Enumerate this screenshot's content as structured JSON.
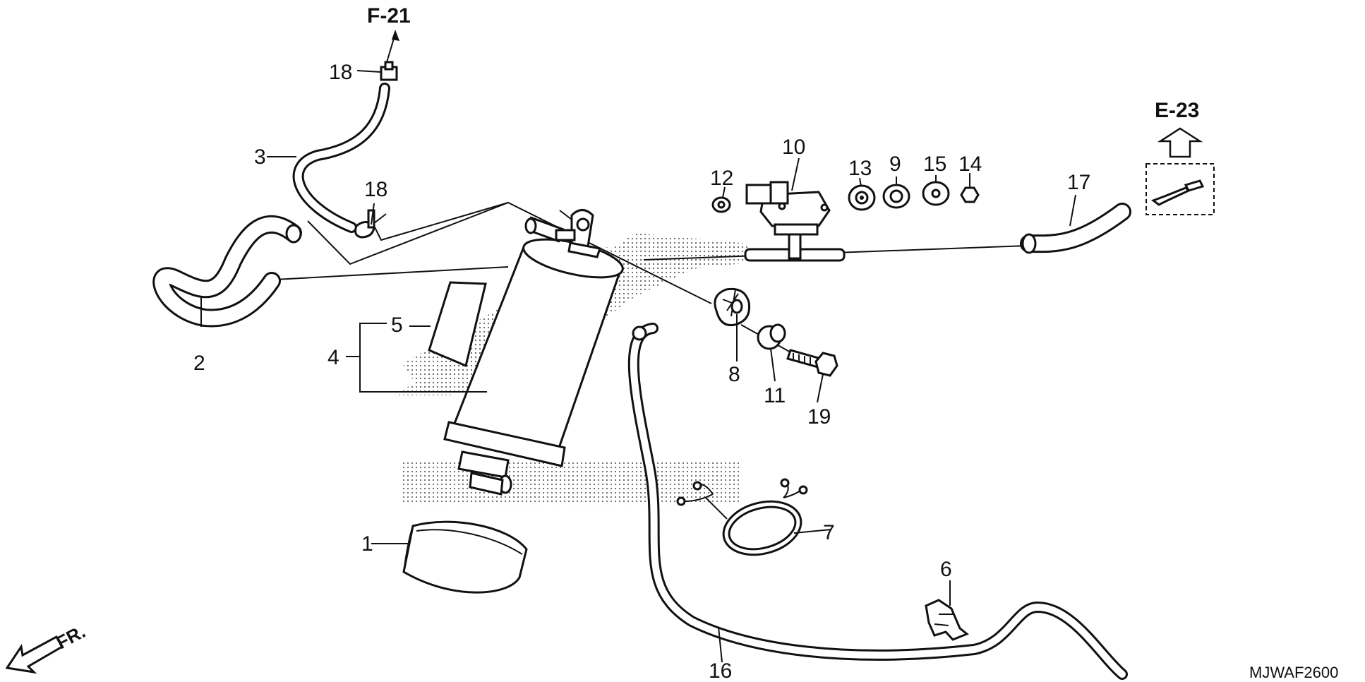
{
  "references": {
    "f21": "F-21",
    "e23": "E-23"
  },
  "part_labels": {
    "p1": "1",
    "p2": "2",
    "p3": "3",
    "p4": "4",
    "p5": "5",
    "p6": "6",
    "p7": "7",
    "p8": "8",
    "p9": "9",
    "p10": "10",
    "p11": "11",
    "p12": "12",
    "p13": "13",
    "p14": "14",
    "p15": "15",
    "p16": "16",
    "p17": "17",
    "p18a": "18",
    "p18b": "18",
    "p19": "19"
  },
  "front_indicator": "FR.",
  "diagram_code": "MJWAF2600"
}
